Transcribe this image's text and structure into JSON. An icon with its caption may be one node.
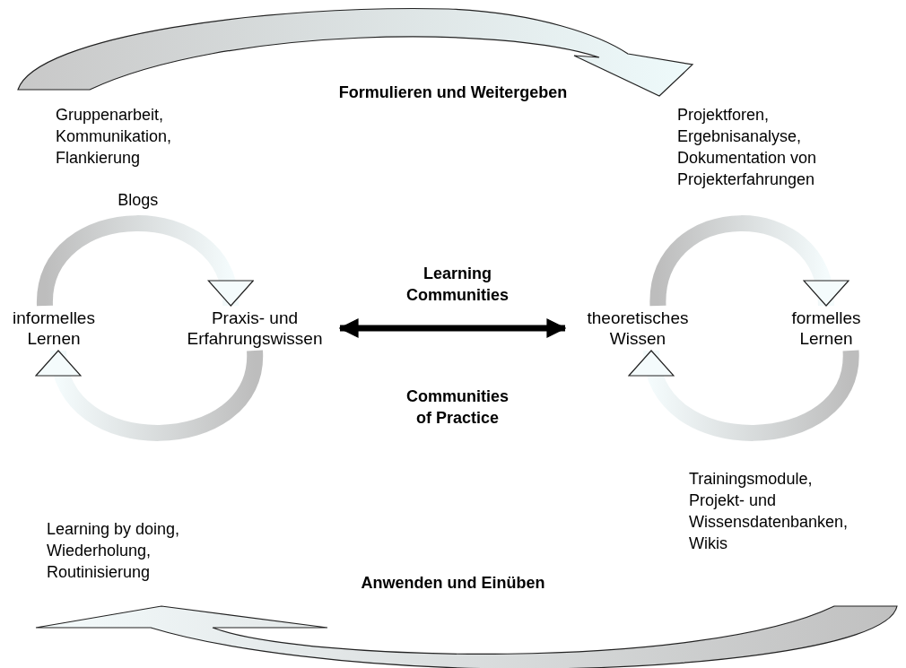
{
  "diagram": {
    "nodes": [
      {
        "text": [
          "informelles Lernen"
        ]
      },
      {
        "text": [
          "Praxis- und Erfahrungswissen"
        ]
      },
      {
        "text": [
          "theoretisches Wissen"
        ]
      },
      {
        "text": [
          "formelles Lernen"
        ]
      }
    ],
    "edges": [
      {
        "from": 0,
        "to": 1,
        "arrow": "to",
        "label": "Blogs"
      },
      {
        "from": 1,
        "to": 0,
        "arrow": "to"
      },
      {
        "from": 2,
        "to": 3,
        "arrow": "to"
      },
      {
        "from": 3,
        "to": 2,
        "arrow": "to"
      },
      {
        "from": 1,
        "to": 2,
        "arrow": "both",
        "color": "#000000"
      }
    ],
    "labels": [
      "Formulieren und Weitergeben",
      "Gruppenarbeit, Kommunikation, Flankierung",
      "Projektforen, Ergebnisanalyse, Dokumentation von Projekterfahrungen",
      "Learning Communities",
      "Communities of Practice",
      "Learning by doing, Wiederholung, Routinisierung",
      "Trainingsmodule, Projekt- und Wissensdatenbanken, Wikis",
      "Anwenden und Einüben"
    ]
  }
}
